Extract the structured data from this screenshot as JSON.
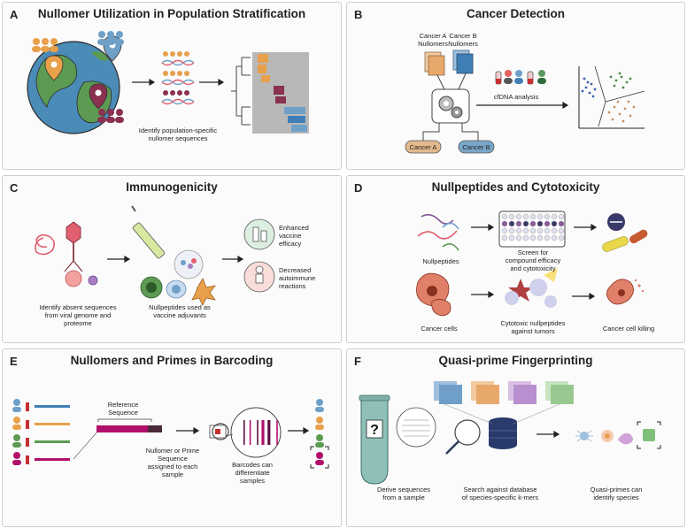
{
  "panels": {
    "a": {
      "letter": "A",
      "title": "Nullomer Utilization in Population Stratification",
      "caption_1": "Identify population-specific",
      "caption_2": "nullomer sequences"
    },
    "b": {
      "letter": "B",
      "title": "Cancer Detection",
      "cancer_a_nullomers_1": "Cancer A",
      "cancer_a_nullomers_2": "Nullomers",
      "cancer_b_nullomers_1": "Cancer B",
      "cancer_b_nullomers_2": "Nullomers",
      "cfdna": "cfDNA analysis",
      "cancer_a": "Cancer A",
      "cancer_b": "Cancer B"
    },
    "c": {
      "letter": "C",
      "title": "Immunogenicity",
      "caption_left_1": "Identify absent sequences",
      "caption_left_2": "from viral genome and",
      "caption_left_3": "proteome",
      "caption_mid_1": "Nullpeptides used as",
      "caption_mid_2": "vaccine adjuvants",
      "outcome_1_a": "Enhanced",
      "outcome_1_b": "vaccine",
      "outcome_1_c": "efficacy",
      "outcome_2_a": "Decreased",
      "outcome_2_b": "autoimmune",
      "outcome_2_c": "reactions"
    },
    "d": {
      "letter": "D",
      "title": "Nullpeptides and Cytotoxicity",
      "nullpeptides": "Nullpeptides",
      "screen_1": "Screen for",
      "screen_2": "compound efficacy",
      "screen_3": "and cytotoxicity",
      "cancer_cells": "Cancer cells",
      "cytotoxic_1": "Cytotoxic nullpeptides",
      "cytotoxic_2": "against tumors",
      "killing": "Cancer cell killing"
    },
    "e": {
      "letter": "E",
      "title": "Nullomers and Primes in Barcoding",
      "reference_1": "Reference",
      "reference_2": "Sequence",
      "nullomer_1": "Nullomer or Prime",
      "nullomer_2": "Sequence",
      "nullomer_3": "assigned to each",
      "nullomer_4": "sample",
      "barcodes_1": "Barcodes can",
      "barcodes_2": "differentiate",
      "barcodes_3": "samples"
    },
    "f": {
      "letter": "F",
      "title": "Quasi-prime Fingerprinting",
      "derive_1": "Derive sequences",
      "derive_2": "from a sample",
      "search_1": "Search against database",
      "search_2": "of species-specific k-mers",
      "quasi_1": "Quasi-primes can",
      "quasi_2": "identify species",
      "question": "?"
    }
  },
  "colors": {
    "orange": "#e8a04a",
    "blue": "#6fa0c8",
    "maroon": "#8a3050",
    "purple": "#8b5a9c",
    "magenta": "#b0106a",
    "teal": "#5a9aa0",
    "cancer_a_fill": "#e3b98c",
    "cancer_b_fill": "#7aa6c8"
  },
  "icons": [
    "globe-icon",
    "map-pin-icon",
    "people-icon",
    "dna-icon",
    "dendrogram-icon",
    "gears-icon",
    "test-tube-icon",
    "syringe-icon",
    "virus-icon",
    "cell-icon",
    "pill-icon",
    "well-plate-icon",
    "magnifier-icon",
    "database-icon",
    "barcode-icon",
    "spider-icon",
    "bacteria-icon",
    "phone-icon"
  ]
}
